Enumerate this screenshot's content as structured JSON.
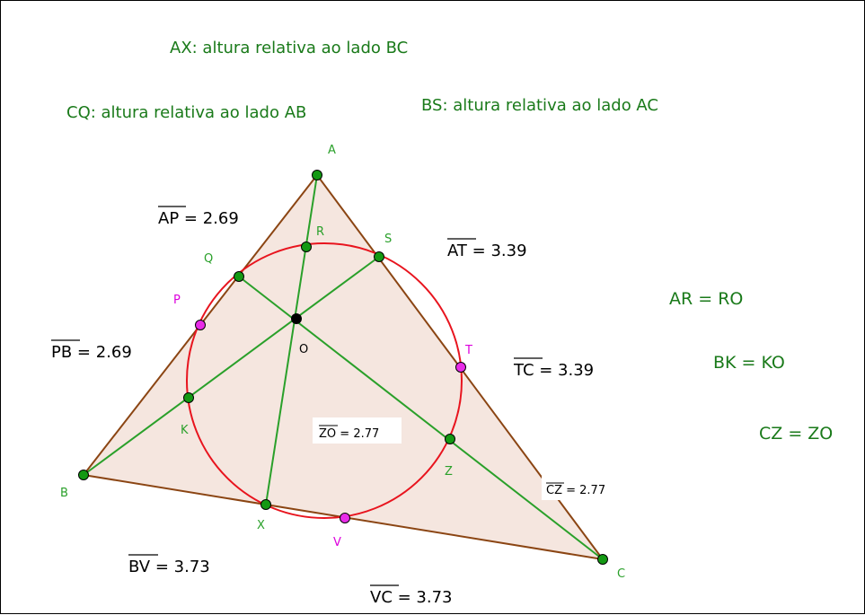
{
  "captions": {
    "ax": "AX: altura relativa ao lado BC",
    "cq": "CQ: altura relativa ao lado AB",
    "bs": "BS: altura relativa ao lado AC",
    "ar": "AR = RO",
    "bk": "BK = KO",
    "cz": "CZ = ZO"
  },
  "measures": {
    "ap": {
      "seg": "AP",
      "eq": " = ",
      "val": "2.69"
    },
    "pb": {
      "seg": "PB",
      "eq": " = ",
      "val": "2.69"
    },
    "at": {
      "seg": "AT",
      "eq": " = ",
      "val": "3.39"
    },
    "tc": {
      "seg": "TC",
      "eq": " = ",
      "val": "3.39"
    },
    "bv": {
      "seg": "BV",
      "eq": " = ",
      "val": "3.73"
    },
    "vc": {
      "seg": "VC",
      "eq": " = ",
      "val": "3.73"
    },
    "zo": {
      "seg": "ZO",
      "eq": " = ",
      "val": "2.77"
    },
    "cz": {
      "seg": "CZ",
      "eq": " = ",
      "val": "2.77"
    }
  },
  "points": {
    "A": "A",
    "B": "B",
    "C": "C",
    "O": "O",
    "Q": "Q",
    "R": "R",
    "S": "S",
    "P": "P",
    "T": "T",
    "K": "K",
    "Z": "Z",
    "X": "X",
    "V": "V"
  },
  "colors": {
    "triangle_fill": "#f5e6df",
    "triangle_edge": "#8b4513",
    "circle": "#e8141e",
    "lines": "#2aa02a",
    "point_green": "#139913",
    "point_magenta": "#e82ce8",
    "point_black": "#000000",
    "caption": "#1a7a1a"
  }
}
